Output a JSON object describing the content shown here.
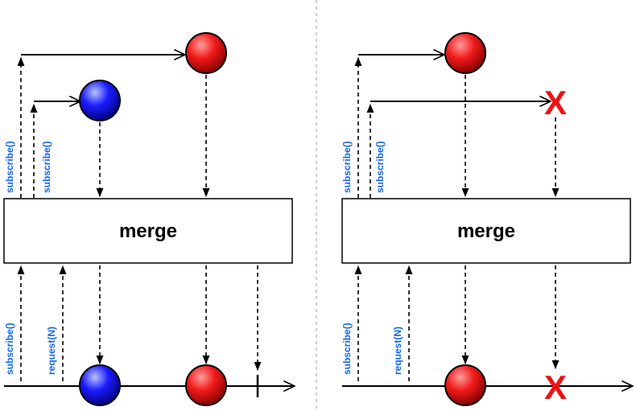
{
  "colors": {
    "line": "#000000",
    "label": "#1565e8",
    "error": "#ee1111",
    "divider": "#bdbdbd",
    "red_light": "#ff9e9e",
    "red_main": "#f21a1a",
    "red_dark": "#7a0000",
    "blue_light": "#b8c4ff",
    "blue_main": "#1b1bff",
    "blue_dark": "#000070"
  },
  "operator": {
    "name": "merge"
  },
  "calls": {
    "subscribe": "subscribe()",
    "request": "request(N)"
  },
  "error_glyph": "X",
  "panels": {
    "left": {
      "sources": [
        "red",
        "blue"
      ],
      "output": [
        "blue",
        "red"
      ],
      "terminal": "complete"
    },
    "right": {
      "sources": [
        "red",
        "error"
      ],
      "output": [
        "red"
      ],
      "terminal": "error"
    }
  }
}
